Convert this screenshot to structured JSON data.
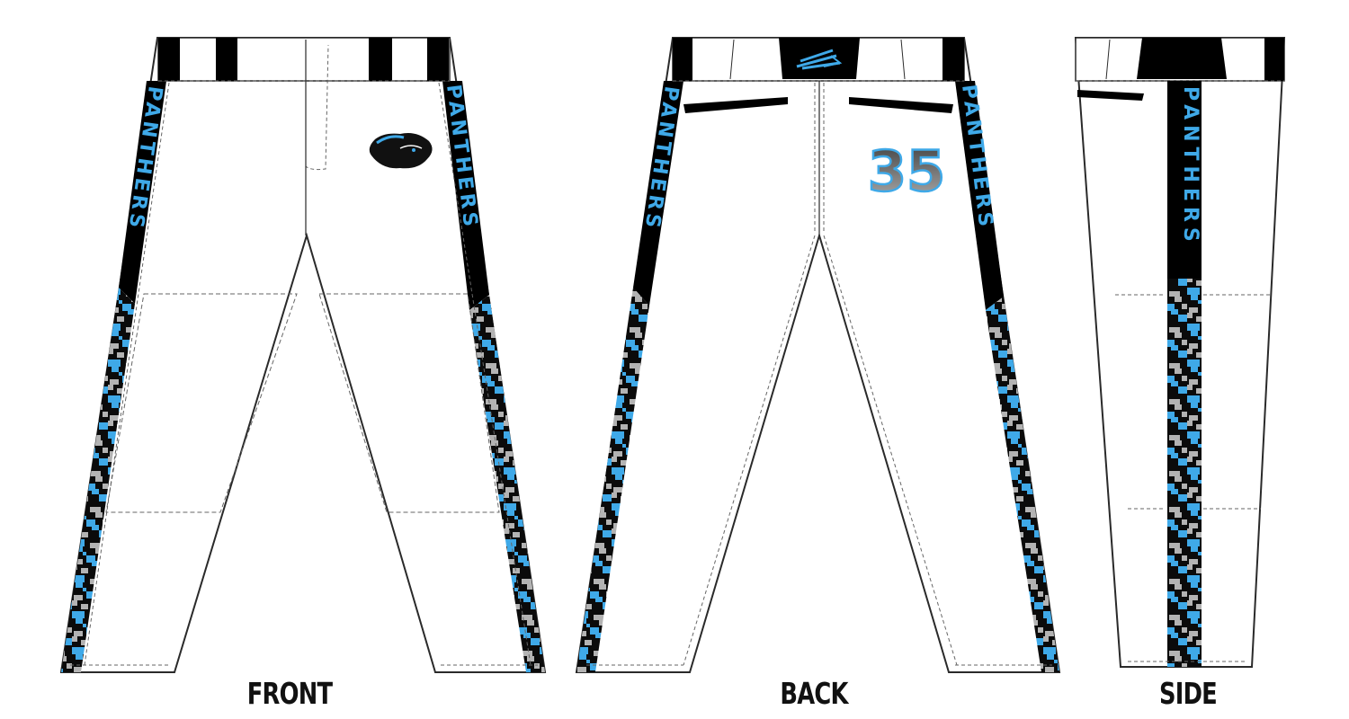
{
  "team_name": "PANTHERS",
  "player_number": "35",
  "views": {
    "front": "FRONT",
    "back": "BACK",
    "side": "SIDE"
  },
  "colors": {
    "primary": "#000000",
    "accent_blue": "#3fa9e8",
    "camo_gray": "#b3b3b3",
    "fabric": "#ffffff",
    "outline": "#2a2a2a",
    "stitch": "#666666"
  },
  "logos": {
    "hip_logo": "panther-head-logo",
    "back_yoke_logo": "trident-brand-logo"
  }
}
